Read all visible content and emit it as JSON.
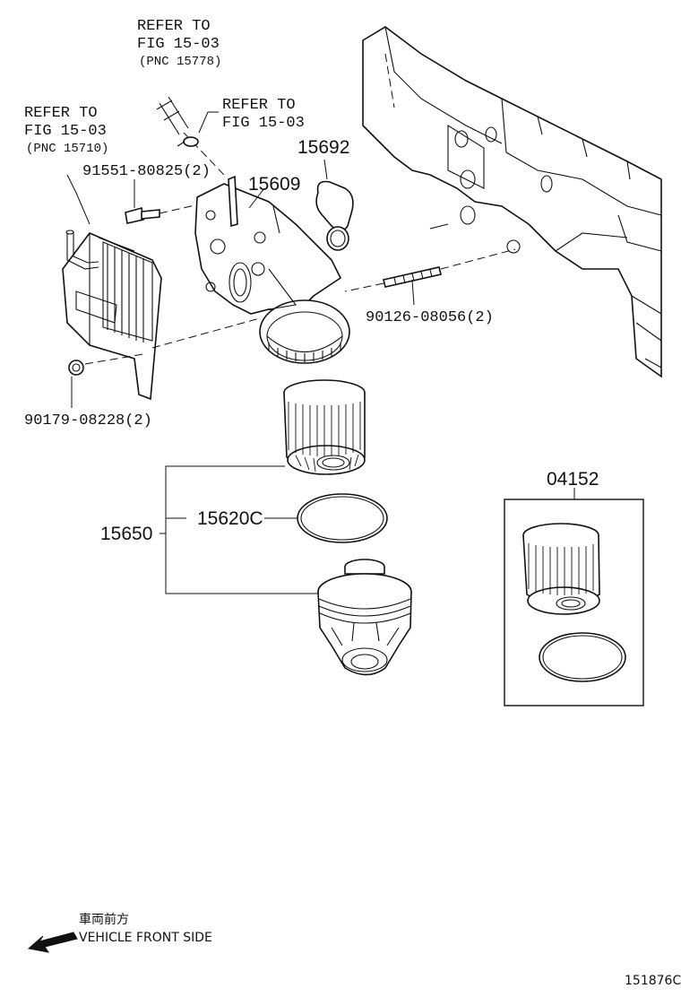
{
  "labels": {
    "refer_top_1": "REFER TO",
    "refer_top_2": "FIG 15-03",
    "refer_top_3": "(PNC 15778)",
    "refer_left_1": "REFER TO",
    "refer_left_2": "FIG 15-03",
    "refer_left_3": "(PNC 15710)",
    "refer_mid_1": "REFER TO",
    "refer_mid_2": "FIG 15-03",
    "bolt": "91551-80825(2)",
    "housing": "15609",
    "gasket": "15692",
    "stud": "90126-08056(2)",
    "nut": "90179-08228(2)",
    "filter_assy": "15650",
    "oring": "15620C",
    "element_kit": "04152",
    "jp_front": "車両前方",
    "vehicle_front": "VEHICLE FRONT SIDE",
    "figure_id": "151876C"
  },
  "colors": {
    "line": "#111111",
    "background": "#ffffff"
  },
  "icons": {
    "front_arrow": "arrow-left-down-icon"
  }
}
